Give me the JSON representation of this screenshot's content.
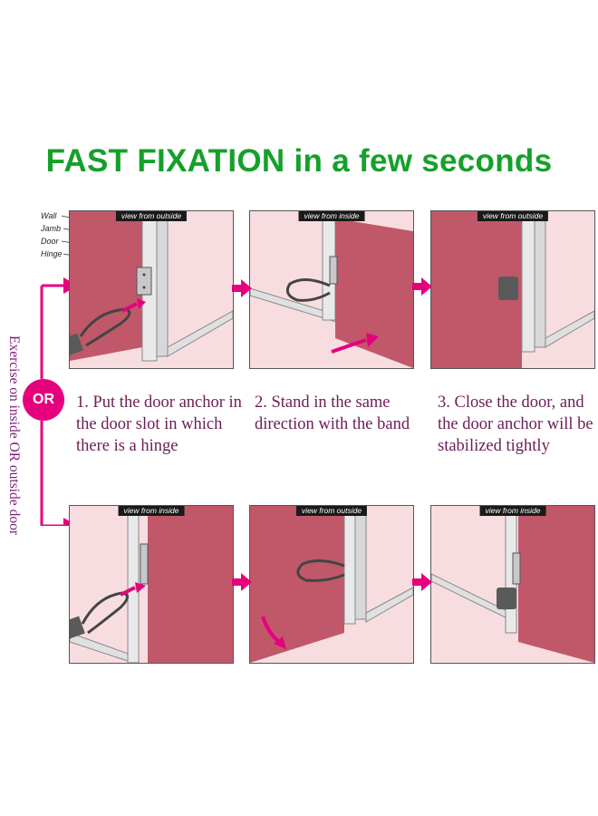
{
  "title": "FAST FIXATION in a few seconds",
  "side_text": "Exercise on inside OR outside door",
  "or_label": "OR",
  "parts": [
    "Wall",
    "Jamb",
    "Door",
    "Hinge"
  ],
  "panels_top": [
    "view from outside",
    "view from inside",
    "view from outside"
  ],
  "panels_bottom": [
    "view from inside",
    "view from outside",
    "view from inside"
  ],
  "steps": [
    "1. Put the door anchor in the door slot in which there is a hinge",
    "2. Stand in the same direction with the band",
    "3. Close the door, and the door anchor will be stabilized tightly"
  ],
  "colors": {
    "title": "#15a02a",
    "accent": "#e6007e",
    "door": "#c0586a",
    "text": "#6d1d55"
  }
}
